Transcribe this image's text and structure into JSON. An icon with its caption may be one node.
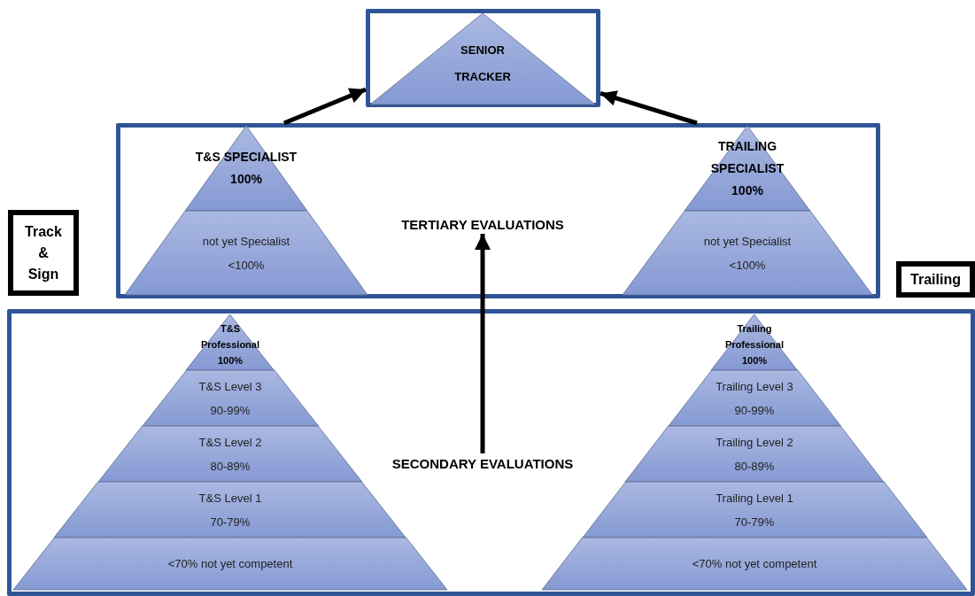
{
  "diagram": {
    "nodes": [
      {
        "text": [],
        "shape": "box"
      },
      {
        "text": [
          "SENIOR TRACKER"
        ],
        "in": 0
      },
      {
        "text": [],
        "shape": "box"
      },
      {
        "text": [
          "T&S SPECIALIST",
          "100%"
        ],
        "in": 2
      },
      {
        "text": [
          "not yet Specialist",
          "<100%"
        ],
        "in": 2
      },
      {
        "text": [
          "TERTIARY EVALUATIONS"
        ],
        "in": 2
      },
      {
        "text": [
          "TRAILING SPECIALIST",
          "100%"
        ],
        "in": 2
      },
      {
        "text": [
          "not yet Specialist",
          "<100%"
        ],
        "in": 2
      },
      {
        "text": [
          "Track & Sign"
        ]
      },
      {
        "text": [
          "Trailing"
        ]
      },
      {
        "text": [],
        "shape": "box"
      },
      {
        "text": [
          "T&S Professional",
          "100%"
        ],
        "in": 10
      },
      {
        "text": [
          "T&S Level 3",
          "90-99%"
        ],
        "in": 10
      },
      {
        "text": [
          "T&S Level 2",
          "80-89%"
        ],
        "in": 10
      },
      {
        "text": [
          "T&S Level 1",
          "70-79%"
        ],
        "in": 10
      },
      {
        "text": [
          "<70% not yet competent"
        ],
        "in": 10
      },
      {
        "text": [
          "SECONDARY EVALUATIONS"
        ],
        "in": 10
      },
      {
        "text": [
          "Trailing Professional",
          "100%"
        ],
        "in": 10
      },
      {
        "text": [
          "Trailing Level 3",
          "90-99%"
        ],
        "in": 10
      },
      {
        "text": [
          "Trailing Level 2",
          "80-89%"
        ],
        "in": 10
      },
      {
        "text": [
          "Trailing Level 1",
          "70-79%"
        ],
        "in": 10
      },
      {
        "text": [
          "<70% not yet competent"
        ],
        "in": 10
      }
    ],
    "edges": [
      {
        "from": 2,
        "to": 0,
        "arrow": "to"
      },
      {
        "from": 2,
        "to": 0,
        "arrow": "to"
      },
      {
        "from": 16,
        "to": 5,
        "arrow": "to"
      }
    ]
  }
}
